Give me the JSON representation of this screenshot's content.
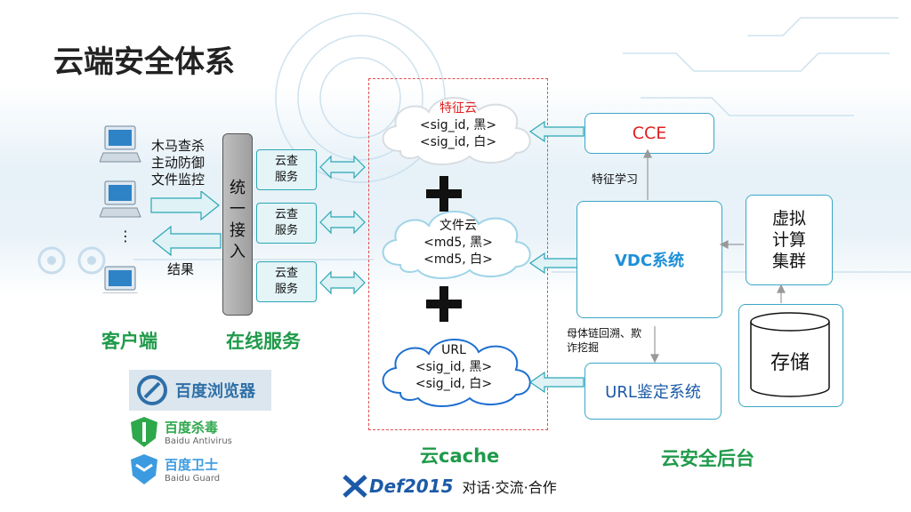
{
  "title": "云端安全体系",
  "client": {
    "features": [
      "木马查杀",
      "主动防御",
      "文件监控"
    ],
    "ellipsis": "⋮",
    "result_label": "结果",
    "label": "客户端"
  },
  "access": {
    "label": "统一接入"
  },
  "online_services": {
    "boxes": [
      "云查服务",
      "云查服务",
      "云查服务"
    ],
    "label": "在线服务"
  },
  "cloud_cache": {
    "feature_cloud": {
      "title": "特征云",
      "lines": [
        "<sig_id, 黑>",
        "<sig_id, 白>"
      ]
    },
    "file_cloud": {
      "title": "文件云",
      "lines": [
        "<md5, 黑>",
        "<md5, 白>"
      ]
    },
    "url_cloud": {
      "title": "URL",
      "lines": [
        "<sig_id, 黑>",
        "<sig_id, 白>"
      ]
    },
    "label": "云cache"
  },
  "backend": {
    "cce": "CCE",
    "feature_learning": "特征学习",
    "vdc": "VDC系统",
    "virtual_cluster": [
      "虚拟",
      "计算",
      "集群"
    ],
    "storage": "存储",
    "parent_chain_note": [
      "母体链回溯、欺",
      "诈挖掘"
    ],
    "url_system": "URL鉴定系统",
    "label": "云安全后台"
  },
  "brands": {
    "browser": "百度浏览器",
    "antivirus_cn": "百度杀毒",
    "antivirus_en": "Baidu Antivirus",
    "guard_cn": "百度卫士",
    "guard_en": "Baidu Guard"
  },
  "footer": {
    "logo": "Def2015",
    "slogan": "对话·交流·合作"
  },
  "colors": {
    "accent_green": "#1f9a4a",
    "accent_blue": "#1e90d8",
    "arrow_fill": "#dff2f6",
    "arrow_stroke": "#2aa7b5",
    "cloud_stroke": "#9fd4e8",
    "dashed_red": "#e05050"
  }
}
